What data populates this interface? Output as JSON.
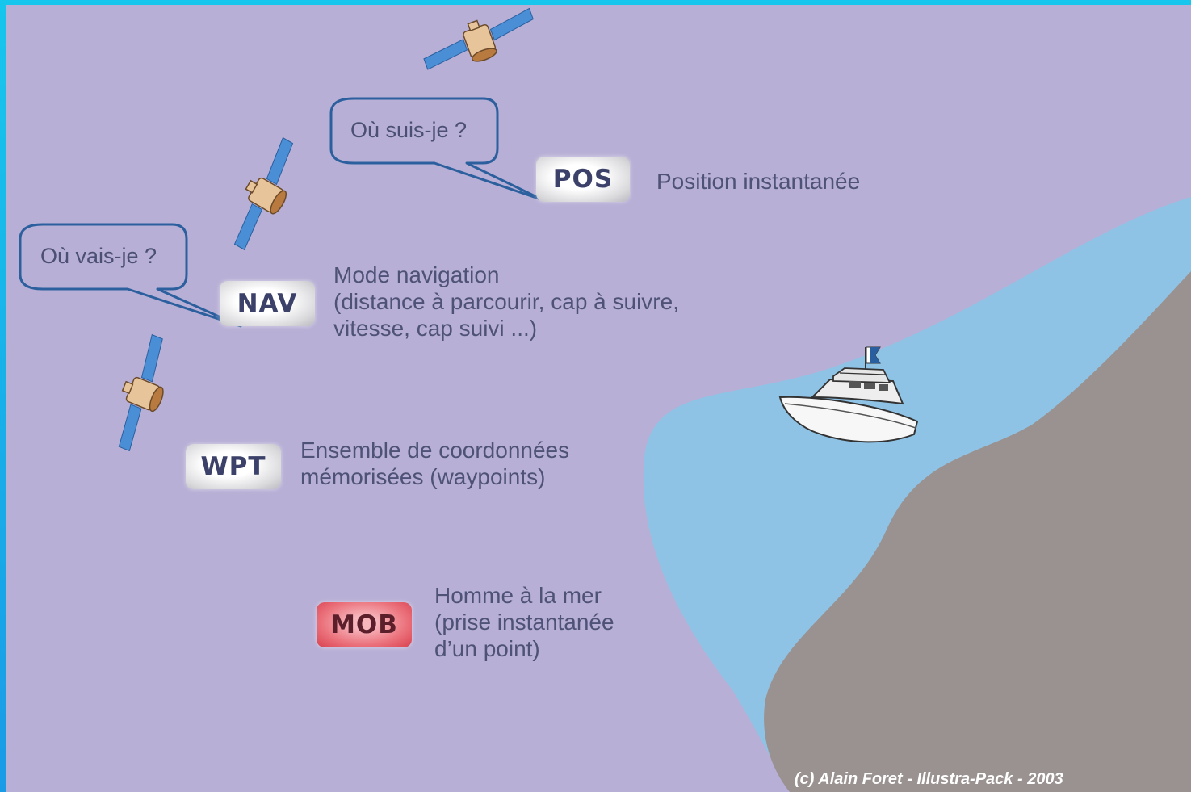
{
  "bubbles": {
    "where_am_i": "Où suis-je ?",
    "where_am_i_going": "Où vais-je ?"
  },
  "buttons": {
    "pos": {
      "label": "POS",
      "description": [
        "Position instantanée"
      ]
    },
    "nav": {
      "label": "NAV",
      "description": [
        "Mode navigation",
        "(distance à parcourir, cap à suivre,",
        "vitesse, cap suivi ...)"
      ]
    },
    "wpt": {
      "label": "WPT",
      "description": [
        "Ensemble de coordonnées",
        "mémorisées (waypoints)"
      ]
    },
    "mob": {
      "label": "MOB",
      "description": [
        "Homme à la mer",
        "(prise instantanée",
        "d’un point)"
      ]
    }
  },
  "copyright": "(c) Alain Foret - Illustra-Pack - 2003",
  "icons": [
    "satellite-icon",
    "boat-icon",
    "flag-icon"
  ],
  "colors": {
    "background": "#b7afd5",
    "sea": "#8fc3e6",
    "land": "#9a9290",
    "frame": "#17b6ea",
    "bubble_stroke": "#2c5f9e",
    "button_red": "#e2525f",
    "text": "#4e5276"
  }
}
